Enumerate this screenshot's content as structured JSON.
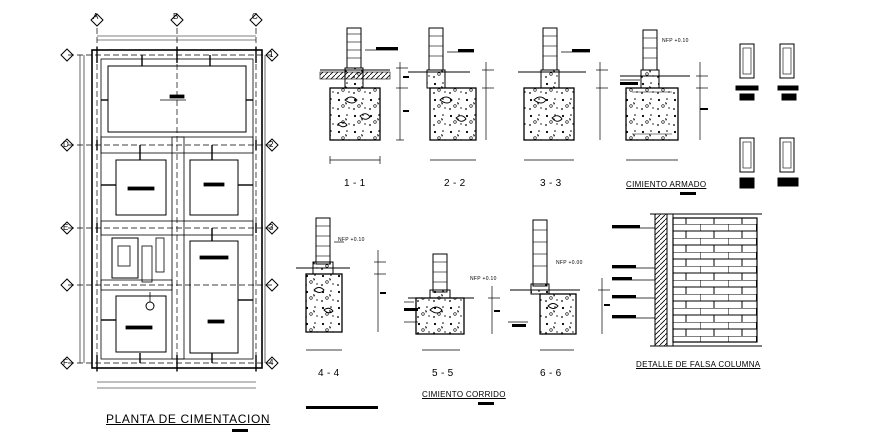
{
  "plan": {
    "title": "PLANTA DE CIMENTACION",
    "axis_letters": [
      "A",
      "B",
      "C",
      "D",
      "E",
      "F"
    ],
    "axis_numbers": [
      "1",
      "2",
      "3",
      "4"
    ]
  },
  "sections": {
    "s1": "1 - 1",
    "s2": "2 - 2",
    "s3": "3 - 3",
    "s4": "4 - 4",
    "s5": "5 - 5",
    "s6": "6 - 6"
  },
  "groups": {
    "cimiento_armado": "CIMIENTO ARMADO",
    "cimiento_corrido": "CIMIENTO CORRIDO",
    "detalle_falsa_columna": "DETALLE  DE FALSA COLUMNA"
  },
  "levels": {
    "nfp_010": "NFP +0.10",
    "nfp_000": "NFP +0.00"
  },
  "colors": {
    "ink": "#000000",
    "background": "#ffffff"
  }
}
